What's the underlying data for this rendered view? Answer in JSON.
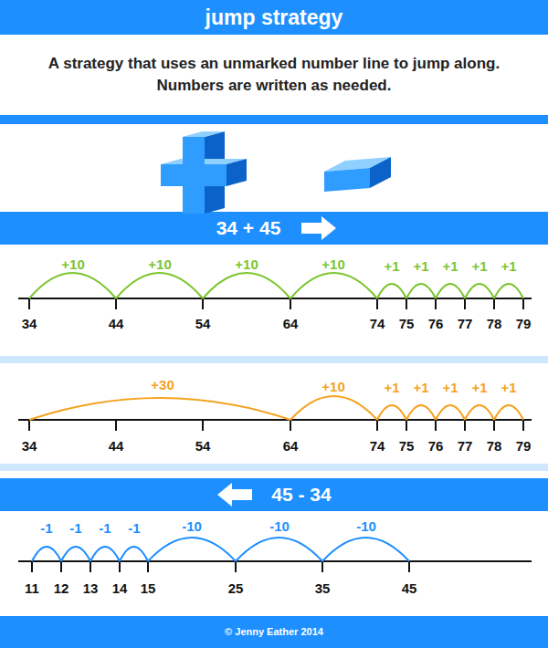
{
  "diagram": {
    "title": "jump strategy",
    "caption": "© Jenny Eather 2014",
    "nodes": [
      {
        "text": [
          "34 + 45"
        ]
      },
      {
        "text": [
          "45 - 34"
        ]
      }
    ],
    "labels": [
      "A strategy that uses an unmarked number line to jump along. Numbers are written as needed.",
      "+10",
      "+10",
      "+10",
      "+10",
      "+1",
      "+1",
      "+1",
      "+1",
      "+1",
      "34",
      "44",
      "54",
      "64",
      "74",
      "75",
      "76",
      "77",
      "78",
      "79",
      "+30",
      "+10",
      "+1",
      "+1",
      "+1",
      "+1",
      "+1",
      "34",
      "44",
      "54",
      "64",
      "74",
      "75",
      "76",
      "77",
      "78",
      "79",
      "-1",
      "-1",
      "-1",
      "-1",
      "-10",
      "-10",
      "-10",
      "11",
      "12",
      "13",
      "14",
      "15",
      "25",
      "35",
      "45"
    ]
  }
}
